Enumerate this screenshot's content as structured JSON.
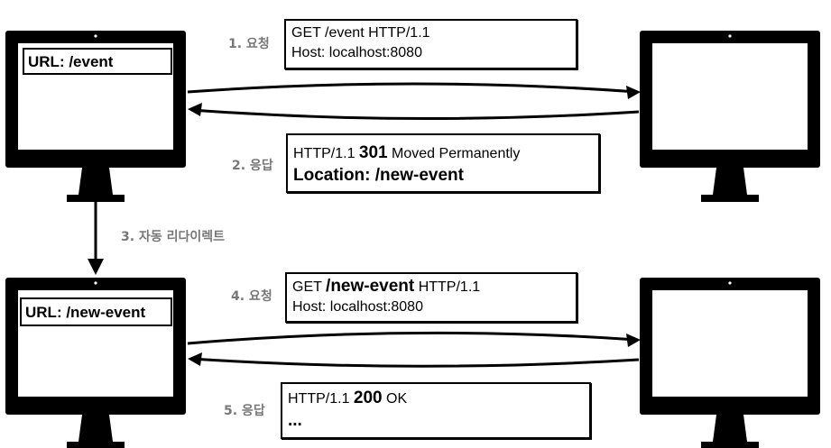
{
  "diagram": {
    "clients": [
      {
        "url_text": "URL: /event"
      },
      {
        "url_text": "URL: /new-event"
      }
    ],
    "steps": {
      "step1": "1. 요청",
      "step2": "2. 응답",
      "step3": "3. 자동 리다이렉트",
      "step4": "4. 요청",
      "step5": "5. 응답"
    },
    "request1": {
      "line1": "GET /event HTTP/1.1",
      "line2": "Host: localhost:8080"
    },
    "response1": {
      "status_prefix": "HTTP/1.1 ",
      "status_code": "301",
      "status_text": " Moved Permanently",
      "location": "Location: /new-event"
    },
    "request2": {
      "method": "GET ",
      "path": "/new-event",
      "protocol": " HTTP/1.1",
      "line2": "Host: localhost:8080"
    },
    "response2": {
      "status_prefix": "HTTP/1.1 ",
      "status_code": "200",
      "status_text": " OK",
      "body": "..."
    }
  }
}
